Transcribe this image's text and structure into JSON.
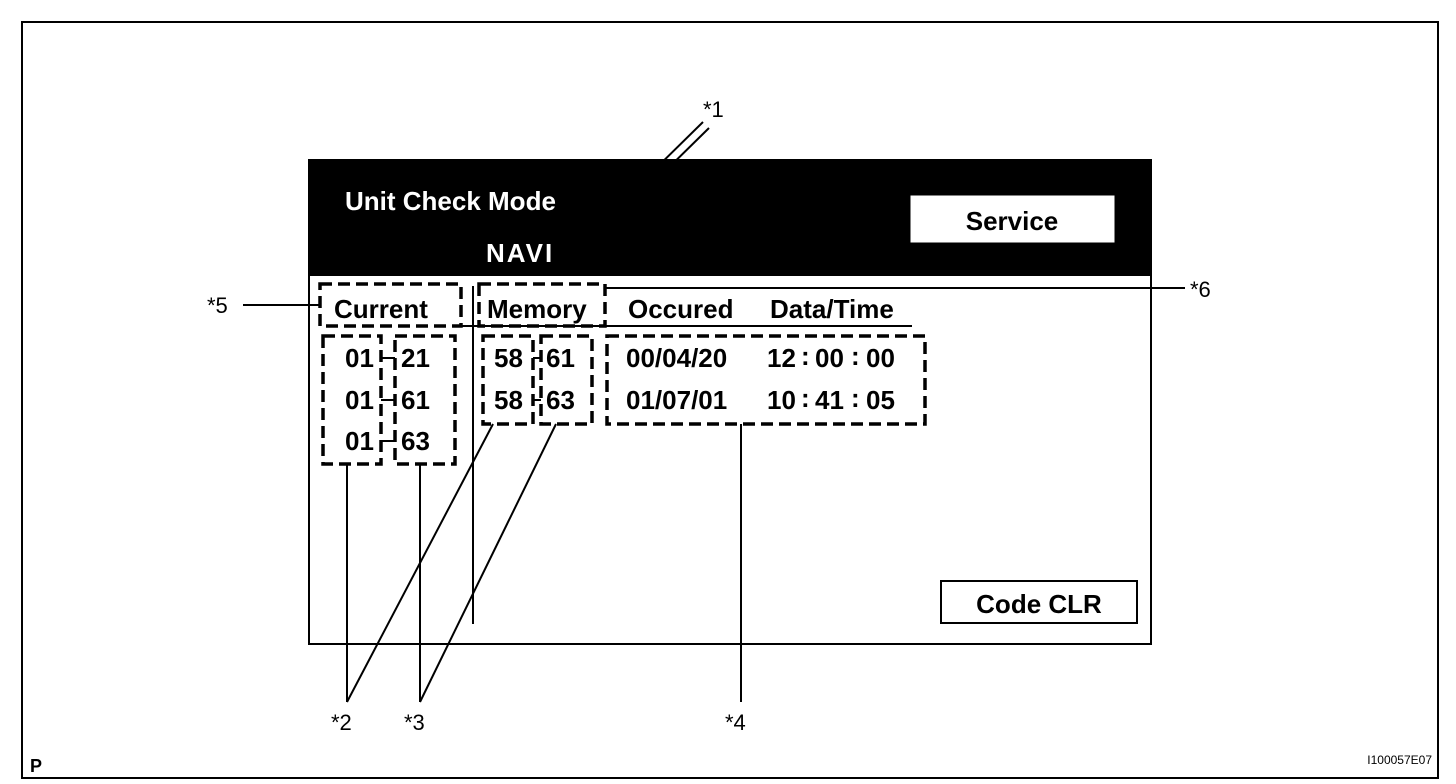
{
  "screen": {
    "title": "Unit Check Mode",
    "subtitle": "NAVI",
    "service_button": "Service",
    "code_clr_button": "Code CLR",
    "headers": {
      "current": "Current",
      "memory": "Memory",
      "occured": "Occured",
      "data_time": "Data/Time"
    },
    "current_rows": [
      {
        "a": "01",
        "b": "21"
      },
      {
        "a": "01",
        "b": "61"
      },
      {
        "a": "01",
        "b": "63"
      }
    ],
    "memory_rows": [
      {
        "a": "58",
        "b": "61",
        "date": "00/04/20",
        "h": "12",
        "m": "00",
        "s": "00"
      },
      {
        "a": "58",
        "b": "63",
        "date": "01/07/01",
        "h": "10",
        "m": "41",
        "s": "05"
      }
    ],
    "colon": ":"
  },
  "callouts": [
    "*1",
    "*2",
    "*3",
    "*4",
    "*5",
    "*6"
  ],
  "footer": {
    "left_mark": "P",
    "figure_id": "I100057E07"
  },
  "colors": {
    "header_bg": "#000000",
    "background": "#ffffff",
    "ink": "#000000"
  }
}
